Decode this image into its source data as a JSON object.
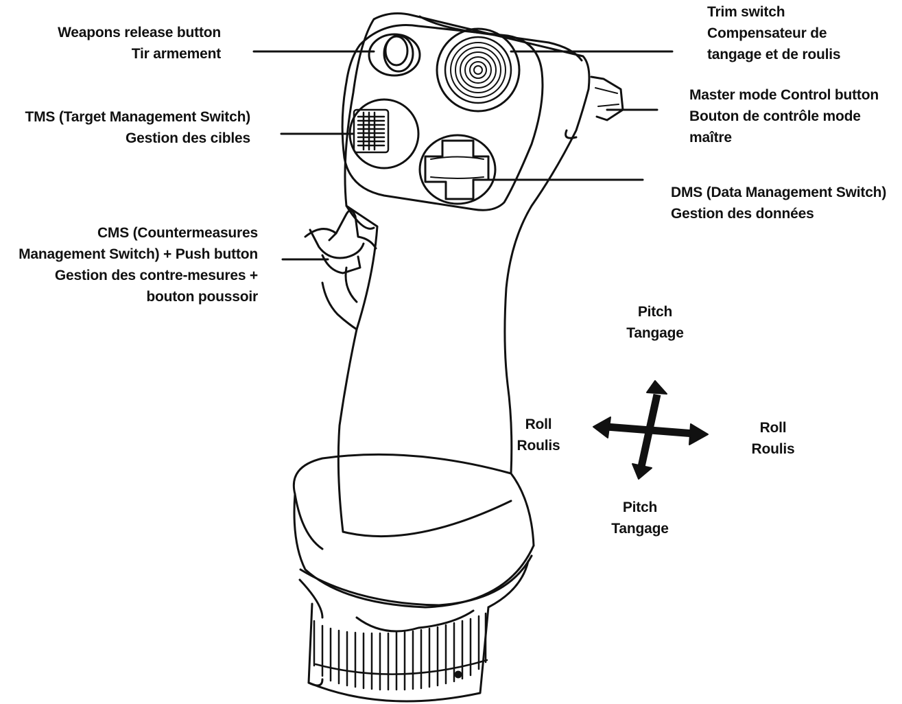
{
  "labels": {
    "weapons_release": [
      "Weapons release button",
      "Tir armement"
    ],
    "tms": [
      "TMS (Target Management Switch)",
      "Gestion des cibles"
    ],
    "cms": [
      "CMS (Countermeasures",
      "Management Switch) + Push button",
      "Gestion des contre-mesures +",
      "bouton poussoir"
    ],
    "trim": [
      "Trim switch",
      "Compensateur de",
      "tangage et de roulis"
    ],
    "master_mode": [
      "Master mode Control button",
      "Bouton de contrôle mode",
      "maître"
    ],
    "dms": [
      "DMS (Data Management Switch)",
      "Gestion des données"
    ],
    "pitch_top": [
      "Pitch",
      "Tangage"
    ],
    "pitch_bottom": [
      "Pitch",
      "Tangage"
    ],
    "roll_left": [
      "Roll",
      "Roulis"
    ],
    "roll_right": [
      "Roll",
      "Roulis"
    ]
  },
  "colors": {
    "ink": "#111111",
    "background": "#ffffff"
  }
}
